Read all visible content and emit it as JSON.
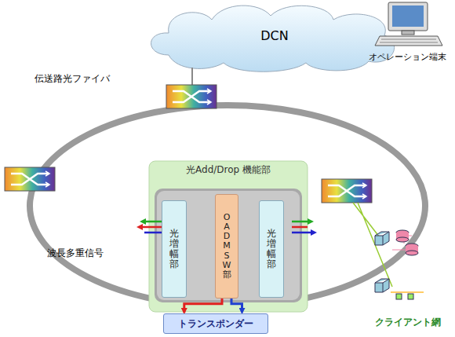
{
  "diagram": {
    "nodes": [
      {
        "text": [
          "DCN"
        ]
      },
      {
        "text": [
          "オペレーション端末"
        ]
      },
      {
        "text": [
          "光Add/Drop 機能部"
        ]
      },
      {
        "text": [
          "光増幅部"
        ],
        "in": 2
      },
      {
        "text": [
          "OADM SW部"
        ],
        "in": 2
      },
      {
        "text": [
          "光増幅部"
        ],
        "in": 2
      },
      {
        "text": [
          "トランスポンダー"
        ]
      }
    ],
    "edges": [
      {
        "from": 4,
        "to": 6,
        "arrow": "to"
      },
      {
        "from": 4,
        "to": 6,
        "arrow": "to"
      }
    ],
    "labels": [
      "伝送路光ファイバ",
      "波長多重信号",
      "クライアント網"
    ]
  }
}
